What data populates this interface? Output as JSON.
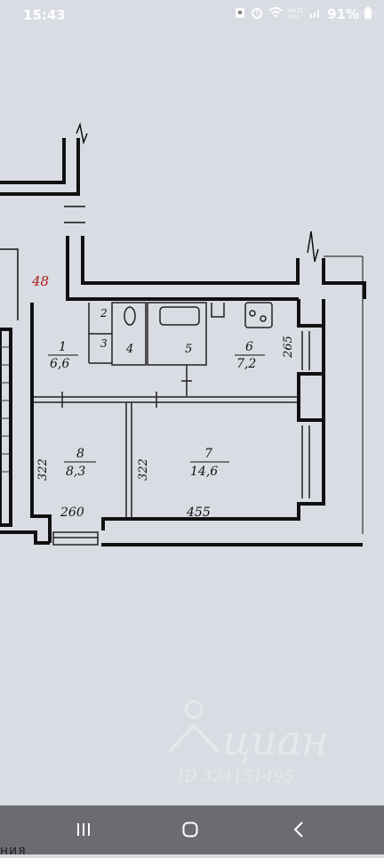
{
  "status_bar": {
    "time": "15:43",
    "network": "VoLTE LTE1",
    "battery": "91%"
  },
  "floor_plan": {
    "dimensions": {
      "top_wall": "48",
      "bath_height": "265",
      "room8_height": "322",
      "room7_height": "322",
      "room8_width": "260",
      "room7_width": "455"
    },
    "rooms": [
      {
        "number": "1",
        "area": "6,6"
      },
      {
        "number": "2",
        "area": ""
      },
      {
        "number": "3",
        "area": ""
      },
      {
        "number": "4",
        "area": ""
      },
      {
        "number": "5",
        "area": ""
      },
      {
        "number": "6",
        "area": "7,2"
      },
      {
        "number": "7",
        "area": "14,6"
      },
      {
        "number": "8",
        "area": "8,3"
      }
    ],
    "watermark": {
      "brand": "циан",
      "id": "ID 324151495"
    },
    "cut_text": "ния"
  },
  "nav_bar": {
    "recent": "recent-apps",
    "home": "home",
    "back": "back"
  }
}
